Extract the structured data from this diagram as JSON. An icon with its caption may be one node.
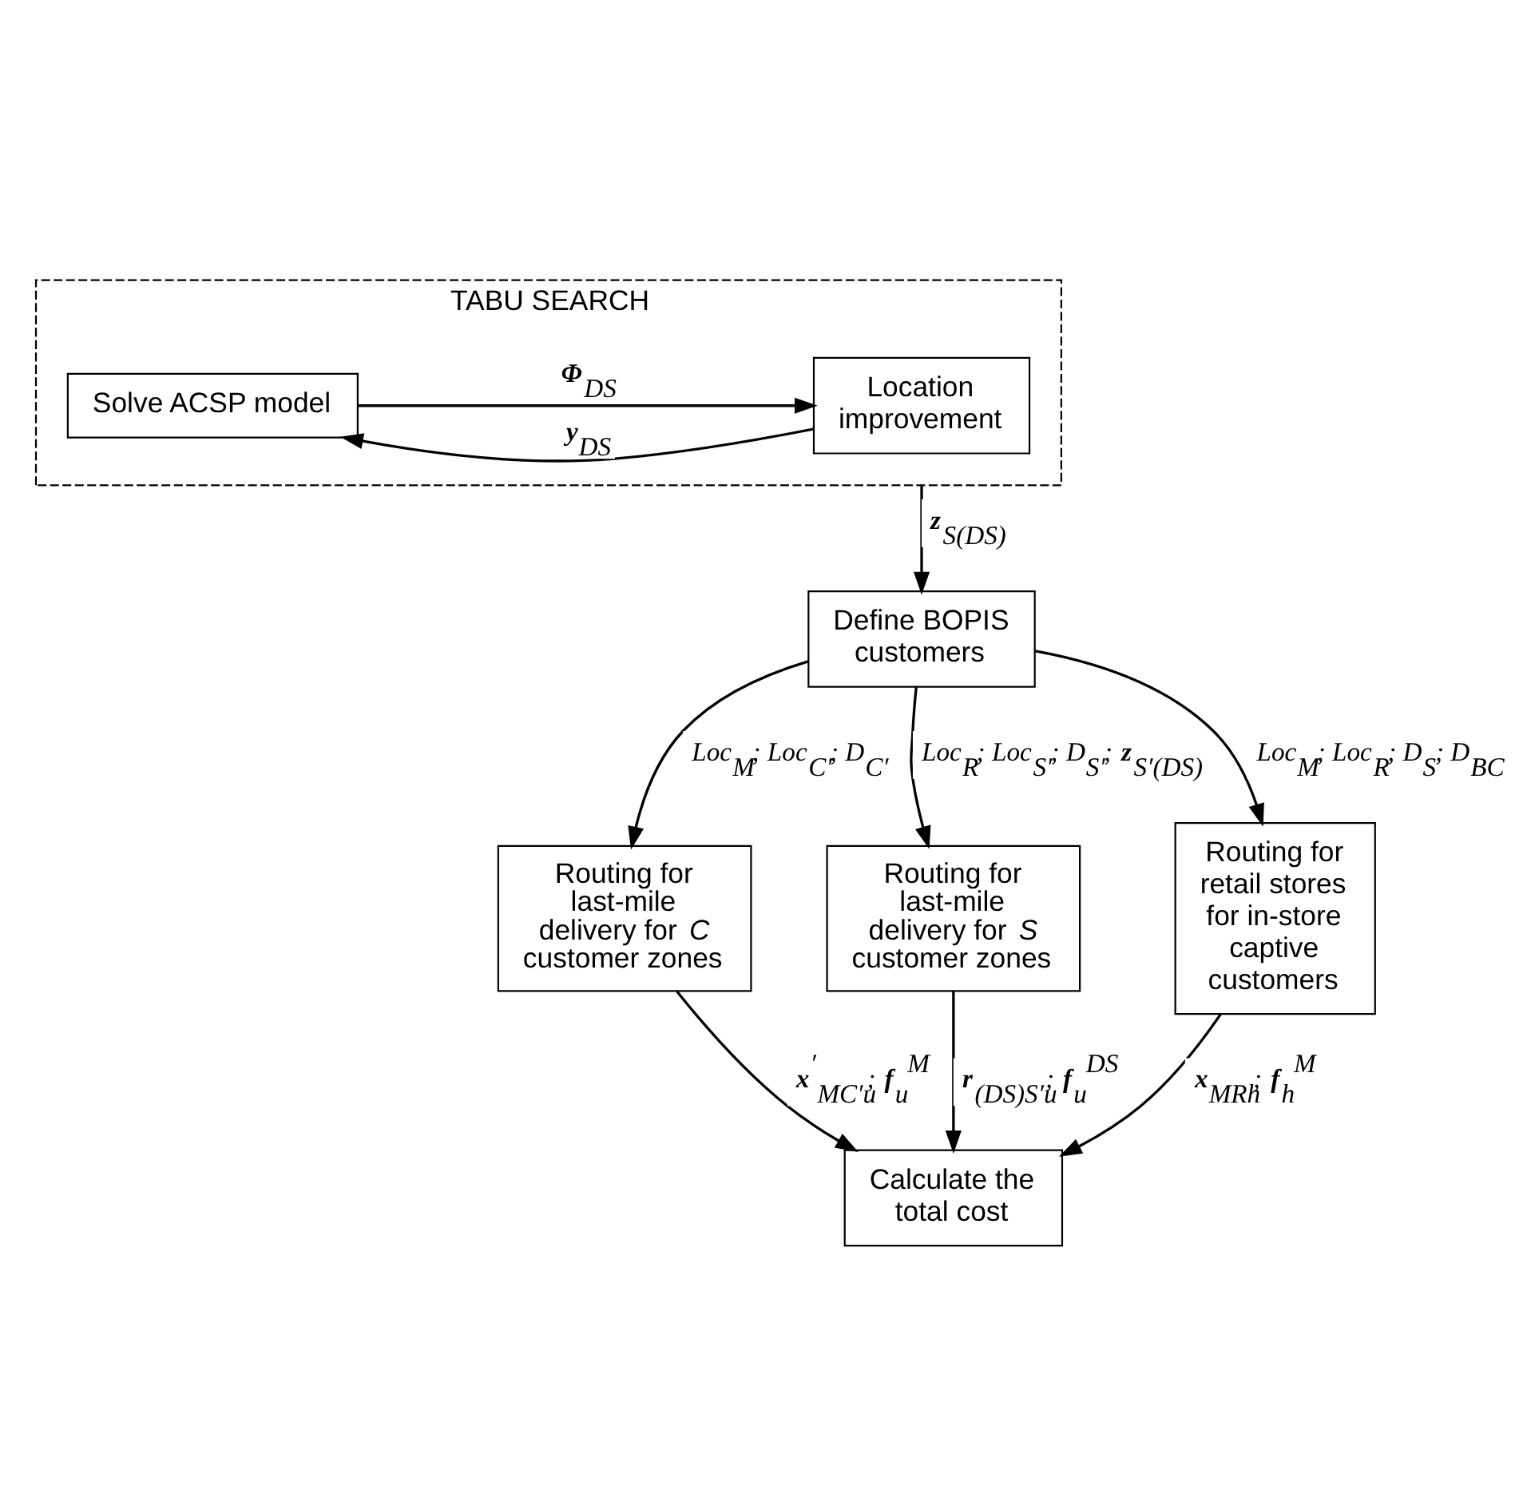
{
  "diagram": {
    "nodes": [
      {
        "text": [
          "TABU SEARCH"
        ]
      },
      {
        "text": [
          "Location improvement"
        ],
        "in": 0
      },
      {
        "text": [
          "Solve ACSP model"
        ],
        "in": 0
      },
      {
        "text": [
          "Define BOPIS customers"
        ]
      },
      {
        "text": [
          "Routing for last-mile delivery for *C* customer zones"
        ]
      },
      {
        "text": [
          "Routing for last-mile delivery for *S* customer zones"
        ]
      },
      {
        "text": [
          "Routing for retail stores for in-store captive customers"
        ]
      },
      {
        "text": [
          "Calculate the total cost"
        ]
      }
    ],
    "edges": [
      {
        "from": 1,
        "to": 2,
        "arrow": "to",
        "label": "**y**$_{DS}$"
      },
      {
        "from": 2,
        "to": 1,
        "arrow": "to",
        "label": "**Φ**$_{DS}$"
      },
      {
        "from": 0,
        "to": 3,
        "arrow": "to",
        "label": "**z**$_{S(DS)}$"
      },
      {
        "from": 3,
        "to": 4,
        "arrow": "to",
        "label": "Loc$_{M}$; Loc$_{C′}$; D$_{C′}$"
      },
      {
        "from": 3,
        "to": 5,
        "arrow": "to",
        "label": "Loc$_{R}$; Loc$_{S′}$; D$_{S′}$; **z**$_{S′(DS)}$"
      },
      {
        "from": 3,
        "to": 6,
        "arrow": "to",
        "label": "Loc$_{M}$; Loc$_{R}$; D$_{S}$; D$_{BC}$"
      },
      {
        "from": 4,
        "to": 7,
        "arrow": "to",
        "label": "**x**$^{′}$$_{MC′u}$; **f**$_{u}$$^{M}$"
      },
      {
        "from": 5,
        "to": 7,
        "arrow": "to",
        "label": "**r**$_{(DS)S′u}$; **f**$_{u}$$^{DS}$"
      },
      {
        "from": 6,
        "to": 7,
        "arrow": "to",
        "label": "**x**$_{MRh}$; **f**$_{h}$$^{M}$"
      }
    ]
  }
}
